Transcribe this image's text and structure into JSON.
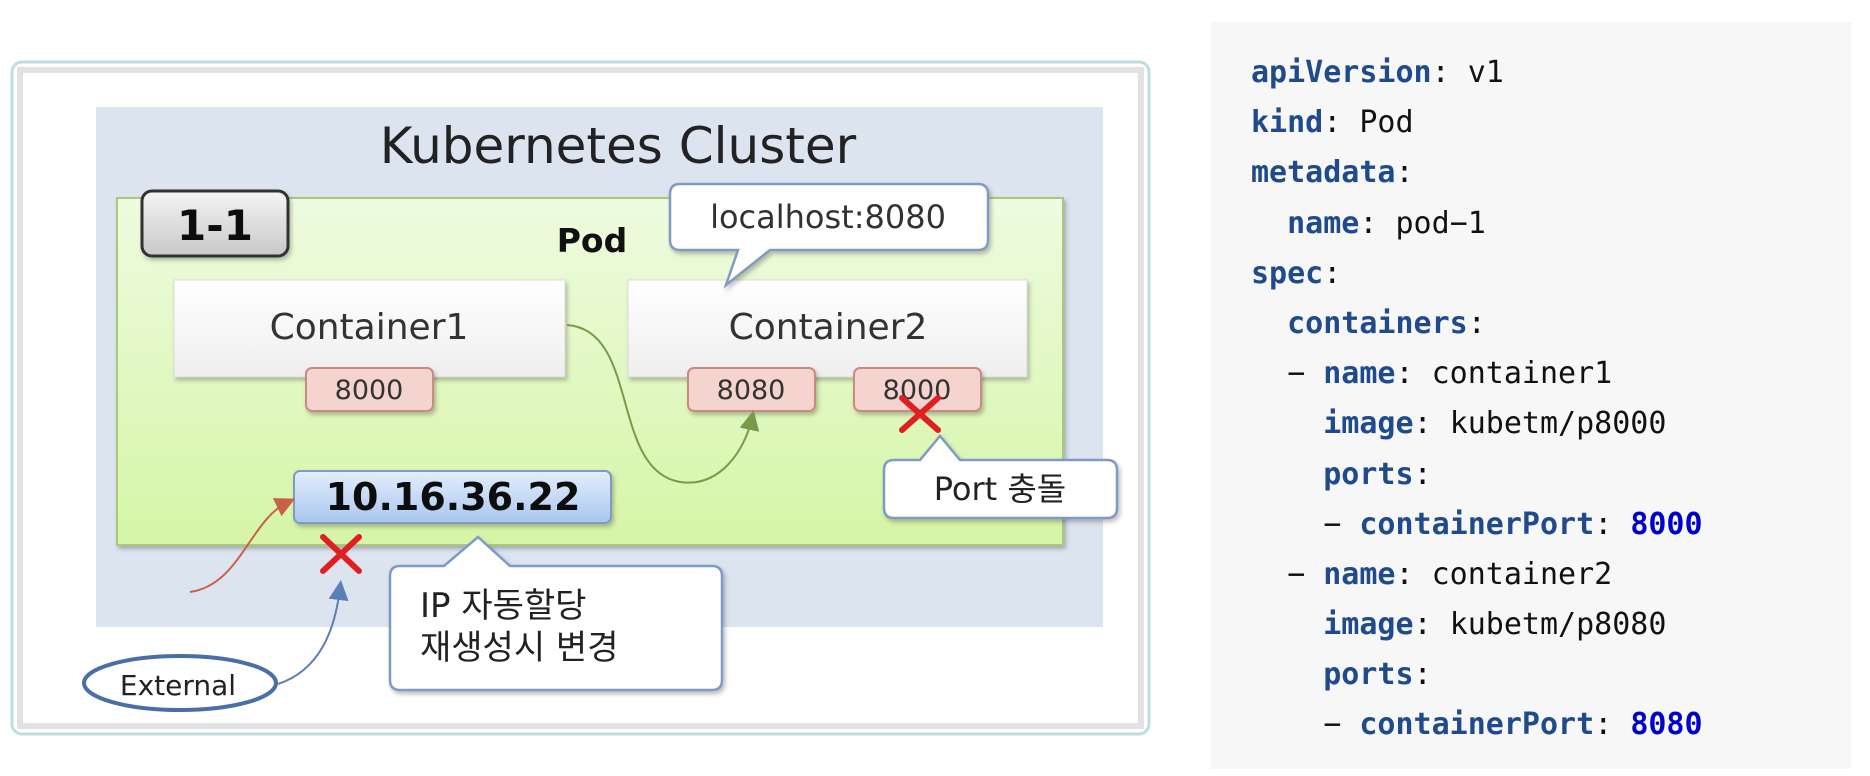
{
  "diagram": {
    "cluster_title": "Kubernetes Cluster",
    "badge": "1-1",
    "pod_label": "Pod",
    "containers": [
      {
        "name": "Container1",
        "ports": [
          {
            "value": "8000",
            "blocked": false
          }
        ]
      },
      {
        "name": "Container2",
        "ports": [
          {
            "value": "8080",
            "blocked": false
          },
          {
            "value": "8000",
            "blocked": true
          }
        ]
      }
    ],
    "pod_ip": "10.16.36.22",
    "callouts": {
      "localhost": "localhost:8080",
      "port_conflict": "Port 충돌",
      "ip_line1": "IP 자동할당",
      "ip_line2": "재생성시 변경"
    },
    "external_label": "External",
    "colors": {
      "cluster_bg": "#dce4ef",
      "pod_bg": "#e4f7c4",
      "port_bg": "#f5d3cf",
      "ip_bg": "#c5d9f5",
      "x_mark": "#e02020",
      "internal_arrow": "#7a9a4a",
      "external_arrow_blocked": "#c8604a",
      "external_arrow": "#5a80b8"
    }
  },
  "code": {
    "language": "yaml",
    "lines": [
      {
        "indent": "",
        "dash": "",
        "key": "apiVersion",
        "value": "v1",
        "numeric": false
      },
      {
        "indent": "",
        "dash": "",
        "key": "kind",
        "value": "Pod",
        "numeric": false
      },
      {
        "indent": "",
        "dash": "",
        "key": "metadata",
        "value": "",
        "numeric": false
      },
      {
        "indent": "  ",
        "dash": "",
        "key": "name",
        "value": "pod-1",
        "numeric": false
      },
      {
        "indent": "",
        "dash": "",
        "key": "spec",
        "value": "",
        "numeric": false
      },
      {
        "indent": "  ",
        "dash": "",
        "key": "containers",
        "value": "",
        "numeric": false
      },
      {
        "indent": "  ",
        "dash": "- ",
        "key": "name",
        "value": "container1",
        "numeric": false
      },
      {
        "indent": "    ",
        "dash": "",
        "key": "image",
        "value": "kubetm/p8000",
        "numeric": false
      },
      {
        "indent": "    ",
        "dash": "",
        "key": "ports",
        "value": "",
        "numeric": false
      },
      {
        "indent": "    ",
        "dash": "- ",
        "key": "containerPort",
        "value": "8000",
        "numeric": true
      },
      {
        "indent": "  ",
        "dash": "- ",
        "key": "name",
        "value": "container2",
        "numeric": false
      },
      {
        "indent": "    ",
        "dash": "",
        "key": "image",
        "value": "kubetm/p8080",
        "numeric": false
      },
      {
        "indent": "    ",
        "dash": "",
        "key": "ports",
        "value": "",
        "numeric": false
      },
      {
        "indent": "    ",
        "dash": "- ",
        "key": "containerPort",
        "value": "8080",
        "numeric": true
      }
    ]
  }
}
